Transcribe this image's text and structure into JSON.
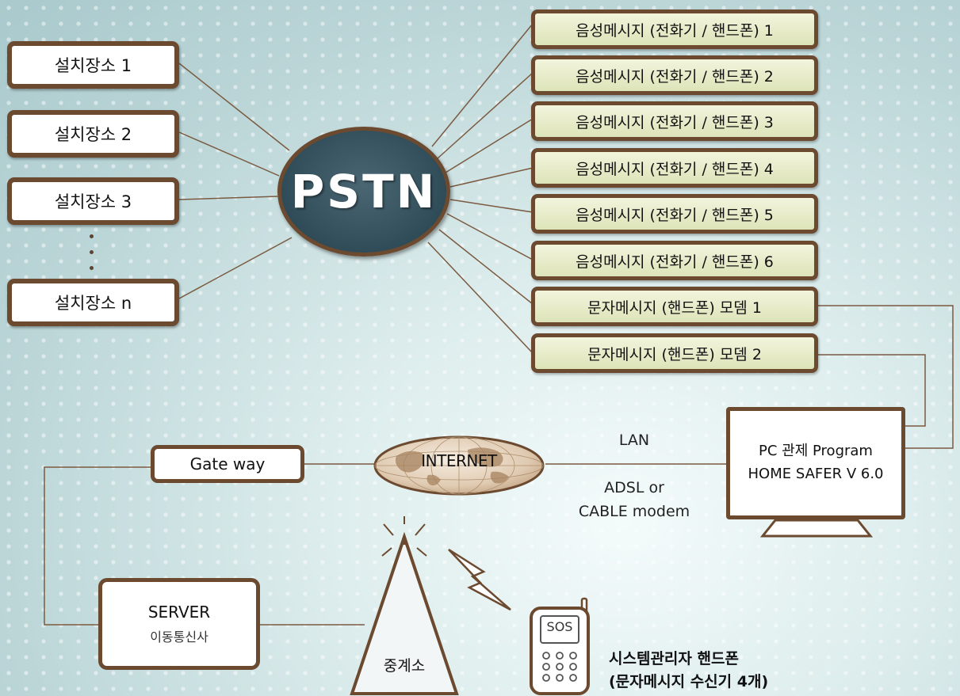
{
  "sites": [
    "설치장소 1",
    "설치장소 2",
    "설치장소 3",
    "설치장소 n"
  ],
  "hub": "PSTN",
  "messages": [
    "음성메시지 (전화기 / 핸드폰) 1",
    "음성메시지 (전화기 / 핸드폰) 2",
    "음성메시지 (전화기 / 핸드폰) 3",
    "음성메시지 (전화기 / 핸드폰) 4",
    "음성메시지 (전화기 / 핸드폰) 5",
    "음성메시지 (전화기 / 핸드폰) 6",
    "문자메시지 (핸드폰) 모뎀 1",
    "문자메시지 (핸드폰) 모뎀 2"
  ],
  "gateway": "Gate way",
  "internet": "INTERNET",
  "lan": "LAN",
  "adsl_line1": "ADSL or",
  "adsl_line2": "CABLE modem",
  "pc_line1": "PC 관제 Program",
  "pc_line2": "HOME SAFER V 6.0",
  "server_line1": "SERVER",
  "server_line2": "이동통신사",
  "relay": "중계소",
  "phone_screen": "SOS",
  "phone_caption_line1": "시스템관리자 핸드폰",
  "phone_caption_line2": "(문자메시지 수신기 4개)",
  "colors": {
    "border": "#6b4a30",
    "message_fill": "#e7ebc8",
    "hub_fill": "#33505c",
    "globe_fill": "#e0cbb2"
  }
}
